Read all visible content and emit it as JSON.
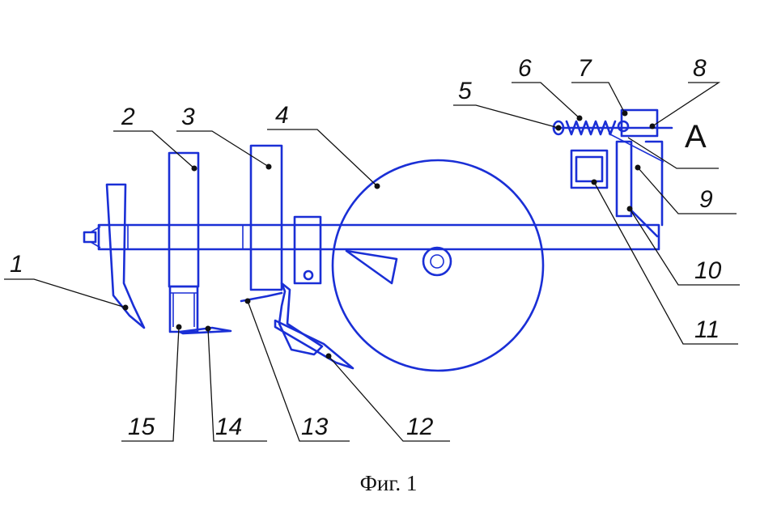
{
  "figure": {
    "caption": "Фиг. 1",
    "view_letter": "A",
    "accent_color": "#1a2fd6",
    "callouts": [
      {
        "id": "1",
        "label": "1"
      },
      {
        "id": "2",
        "label": "2"
      },
      {
        "id": "3",
        "label": "3"
      },
      {
        "id": "4",
        "label": "4"
      },
      {
        "id": "5",
        "label": "5"
      },
      {
        "id": "6",
        "label": "6"
      },
      {
        "id": "7",
        "label": "7"
      },
      {
        "id": "8",
        "label": "8"
      },
      {
        "id": "9",
        "label": "9"
      },
      {
        "id": "10",
        "label": "10"
      },
      {
        "id": "11",
        "label": "11"
      },
      {
        "id": "12",
        "label": "12"
      },
      {
        "id": "13",
        "label": "13"
      },
      {
        "id": "14",
        "label": "14"
      },
      {
        "id": "15",
        "label": "15"
      }
    ]
  }
}
